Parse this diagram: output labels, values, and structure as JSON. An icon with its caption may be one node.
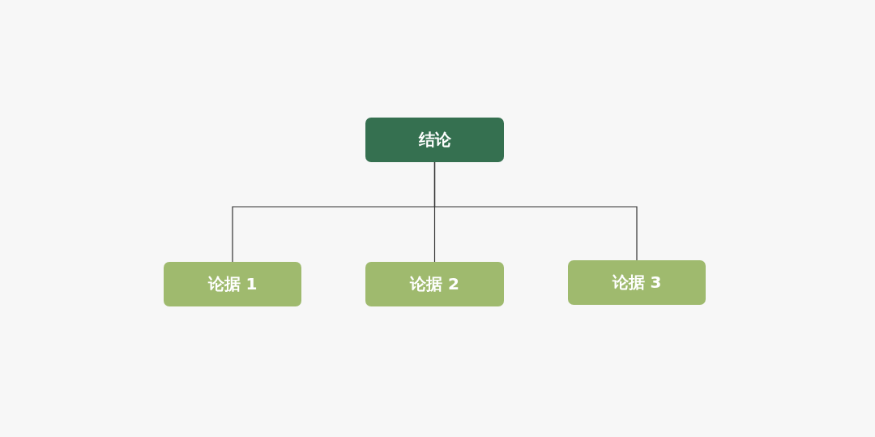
{
  "diagram": {
    "nodes": [
      {
        "text": [
          "结论"
        ]
      },
      {
        "text": [
          "论据 1"
        ]
      },
      {
        "text": [
          "论据 2"
        ]
      },
      {
        "text": [
          "论据 3"
        ]
      }
    ],
    "edges": [
      {
        "from": 0,
        "to": 1,
        "arrow": "none"
      },
      {
        "from": 0,
        "to": 2,
        "arrow": "none"
      },
      {
        "from": 0,
        "to": 3,
        "arrow": "none"
      }
    ]
  }
}
